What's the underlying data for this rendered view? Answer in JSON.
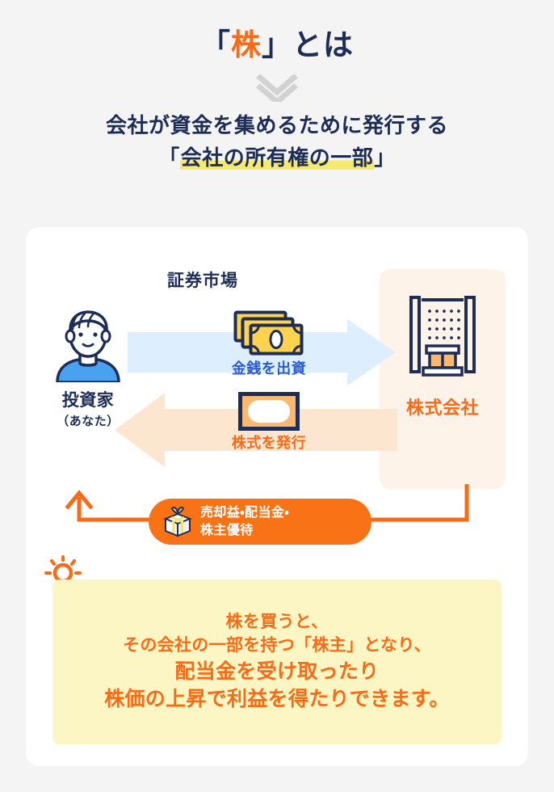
{
  "header": {
    "title_pre": "「",
    "title_highlight": "株",
    "title_post": "」とは",
    "chevron_icon": "double-chevron-down-icon",
    "subtitle_line1": "会社が資金を集めるために発行する",
    "subtitle_line2_pre": "「",
    "subtitle_line2_mark": "会社の所有権の一部",
    "subtitle_line2_post": "」"
  },
  "diagram": {
    "market_label": "証券市場",
    "investor": {
      "icon": "investor-avatar-icon",
      "name": "投資家",
      "sub": "（あなた）"
    },
    "company": {
      "icon": "office-building-icon",
      "name": "株式会社"
    },
    "flow_money": {
      "icon": "banknotes-icon",
      "caption": "金銭を出資",
      "arrow": "arrow-right-blue"
    },
    "flow_shares": {
      "icon": "stock-certificate-icon",
      "caption": "株式を発行",
      "arrow": "arrow-left-orange"
    },
    "benefit_pill": {
      "icon": "gift-box-icon",
      "line1": "売却益・配当金・",
      "line2": "株主優待"
    }
  },
  "note": {
    "bulb_icon": "lightbulb-icon",
    "line1": "株を買うと、",
    "line2": "その会社の一部を持つ「株主」となり、",
    "line3": "配当金を受け取ったり",
    "line4": "株価の上昇で利益を得たりできます。"
  },
  "colors": {
    "background": "#f4f4f4",
    "navy": "#1d2d56",
    "orange": "#fb6a16",
    "orange_pill": "#f97316",
    "blue_text": "#2a5bd7",
    "arrow_blue": "#ddeeff",
    "arrow_orange": "#fde6d0",
    "panel_cream": "#fdf3e8",
    "note_yellow": "#fcf6c4",
    "highlight_yellow": "#f7e96e",
    "money_yellow": "#ffd34d",
    "shirt_blue": "#49a2f0"
  }
}
